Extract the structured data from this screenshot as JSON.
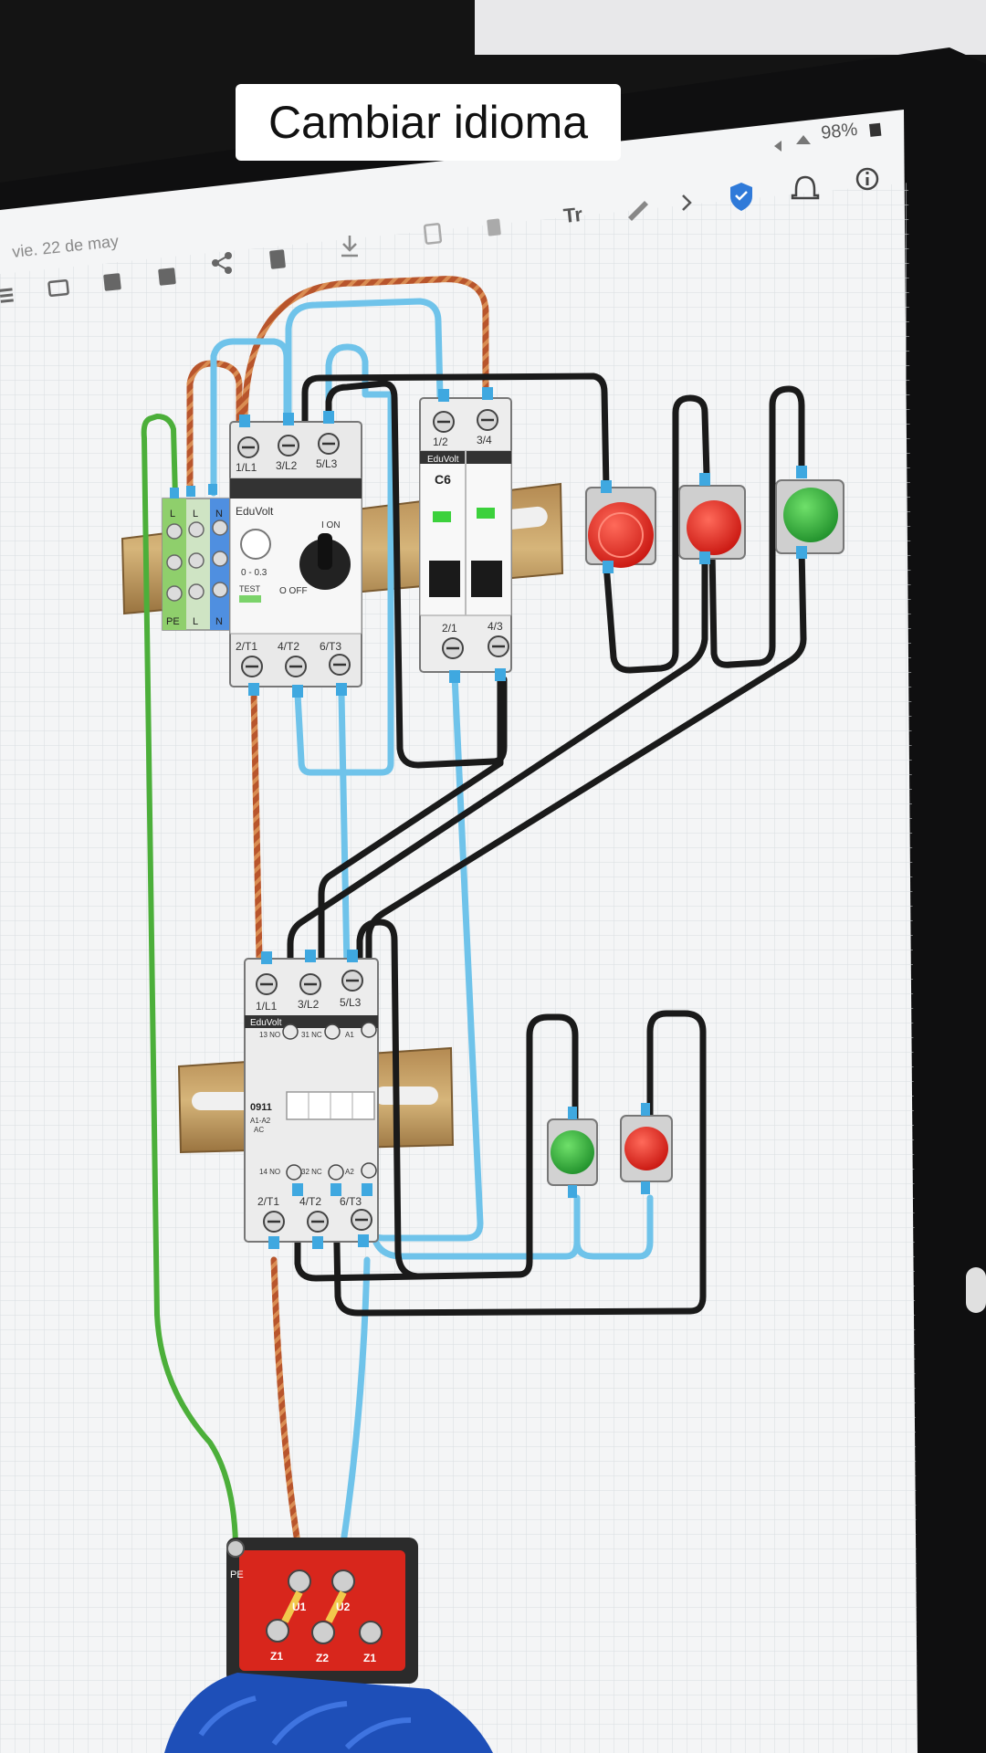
{
  "caption": {
    "text": "Cambiar idioma"
  },
  "status_bar": {
    "battery": "98%",
    "date": "vie. 22 de may"
  },
  "toolbar": {
    "text_tool_label": "Tr",
    "icons": [
      "menu-icon",
      "folder-icon",
      "save-icon",
      "save-as-icon",
      "share-icon",
      "export-icon",
      "download-icon",
      "copy-icon",
      "delete-icon",
      "text-icon",
      "pencil-icon",
      "arrow-icon",
      "shield-icon",
      "bell-icon",
      "info-icon"
    ]
  },
  "circuit": {
    "terminal_block_labels": [
      "L",
      "L",
      "N",
      "PE",
      "L",
      "N"
    ],
    "motor_protector": {
      "brand": "EduVolt",
      "top_terminals": [
        "1/L1",
        "3/L2",
        "5/L3"
      ],
      "bottom_terminals": [
        "2/T1",
        "4/T2",
        "6/T3"
      ],
      "range": "0 - 0.3",
      "test_label": "TEST",
      "on_label": "I ON",
      "off_label": "O OFF"
    },
    "breaker": {
      "brand": "EduVolt",
      "rating": "C6",
      "top_terminals": [
        "1/2",
        "3/4"
      ],
      "bottom_terminals": [
        "2/1",
        "4/3"
      ]
    },
    "contactor": {
      "brand": "EduVolt",
      "model": "0911",
      "coil": "A1-A2",
      "coil_type": "AC",
      "top_terminals": [
        "1/L1",
        "3/L2",
        "5/L3"
      ],
      "aux_top": [
        "13 NO",
        "31 NC",
        "A1"
      ],
      "aux_bottom": [
        "14 NO",
        "32 NC",
        "A2"
      ],
      "bottom_terminals": [
        "2/T1",
        "4/T2",
        "6/T3"
      ]
    },
    "motor_box": {
      "pe_label": "PE",
      "top_terminals": [
        "U1",
        "U2"
      ],
      "bottom_terminals": [
        "Z1",
        "Z2",
        "Z1"
      ]
    },
    "colors": {
      "phase_wire": "#b8552c",
      "neutral_wire": "#6fc3ea",
      "earth_wire": "#4caf3a",
      "control_wire": "#1a1a1a",
      "button_red": "#e0201c",
      "button_green": "#26a832",
      "accent_blue": "#2f7ad9"
    }
  }
}
